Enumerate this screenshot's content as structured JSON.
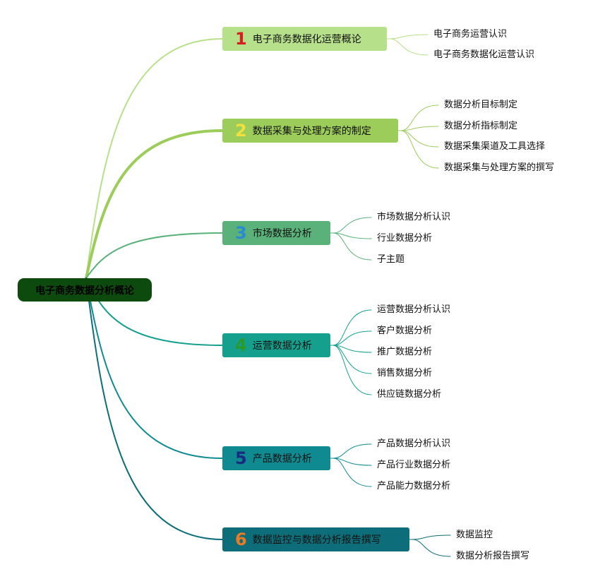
{
  "root": {
    "label": "电子商务数据分析概论",
    "color": "#0d4a0d"
  },
  "topics": [
    {
      "number": "1",
      "label": "电子商务数据化运营概论",
      "box_color": "#b7e08a",
      "num_color": "#d42020",
      "line_color": "#b7e08a",
      "children": [
        "电子商务运营认识",
        "电子商务数据化运营认识"
      ]
    },
    {
      "number": "2",
      "label": "数据采集与处理方案的制定",
      "box_color": "#9ccc5a",
      "num_color": "#f2e03c",
      "line_color": "#9ccc5a",
      "children": [
        "数据分析目标制定",
        "数据分析指标制定",
        "数据采集渠道及工具选择",
        "数据采集与处理方案的撰写"
      ]
    },
    {
      "number": "3",
      "label": "市场数据分析",
      "box_color": "#5ab27a",
      "num_color": "#2a8ad6",
      "line_color": "#5ab27a",
      "children": [
        "市场数据分析认识",
        "行业数据分析",
        "子主题"
      ]
    },
    {
      "number": "4",
      "label": "运营数据分析",
      "box_color": "#15a08e",
      "num_color": "#2a9a2a",
      "line_color": "#15a08e",
      "children": [
        "运营数据分析认识",
        "客户数据分析",
        "推广数据分析",
        "销售数据分析",
        "供应链数据分析"
      ]
    },
    {
      "number": "5",
      "label": "产品数据分析",
      "box_color": "#0f8a90",
      "num_color": "#1a2a80",
      "line_color": "#0f8a90",
      "children": [
        "产品数据分析认识",
        "产品行业数据分析",
        "产品能力数据分析"
      ]
    },
    {
      "number": "6",
      "label": "数据监控与数据分析报告撰写",
      "box_color": "#0d6e7a",
      "num_color": "#ee7a22",
      "line_color": "#0d6e7a",
      "children": [
        "数据监控",
        "数据分析报告撰写"
      ]
    }
  ]
}
